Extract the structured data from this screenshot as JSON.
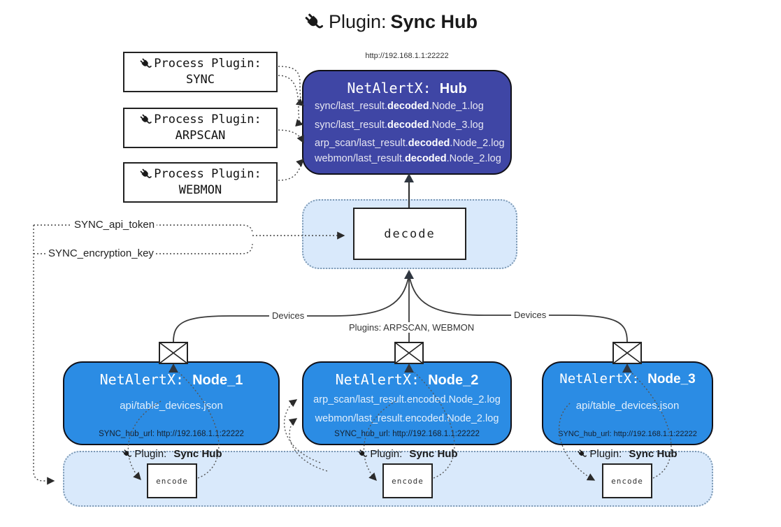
{
  "title": {
    "prefix": "Plugin:",
    "name": "Sync Hub"
  },
  "process_plugins": [
    {
      "label": "Process Plugin:",
      "name": "SYNC"
    },
    {
      "label": "Process Plugin:",
      "name": "ARPSCAN"
    },
    {
      "label": "Process Plugin:",
      "name": "WEBMON"
    }
  ],
  "hub": {
    "url": "http://192.168.1.1:22222",
    "app": "NetAlertX:",
    "name": "Hub",
    "files": [
      {
        "pre": "sync/last_result.",
        "bold": "decoded",
        "post": ".Node_1.log"
      },
      {
        "pre": "sync/last_result.",
        "bold": "decoded",
        "post": ".Node_3.log"
      },
      {
        "pre": "arp_scan/last_result.",
        "bold": "decoded",
        "post": ".Node_2.log"
      },
      {
        "pre": "webmon/last_result.",
        "bold": "decoded",
        "post": ".Node_2.log"
      }
    ]
  },
  "decode_label": "decode",
  "settings": {
    "api_token": "SYNC_api_token",
    "encryption_key": "SYNC_encryption_key"
  },
  "edge_labels": {
    "devices_left": "Devices",
    "plugins_mid": "Plugins: ARPSCAN, WEBMON",
    "devices_right": "Devices"
  },
  "nodes": [
    {
      "app": "NetAlertX:",
      "name": "Node_1",
      "files": [
        "api/table_devices.json"
      ],
      "hub_url": "SYNC_hub_url: http://192.168.1.1:22222"
    },
    {
      "app": "NetAlertX:",
      "name": "Node_2",
      "files": [
        "arp_scan/last_result.encoded.Node_2.log",
        "webmon/last_result.encoded.Node_2.log"
      ],
      "hub_url": "SYNC_hub_url: http://192.168.1.1:22222"
    },
    {
      "app": "NetAlertX:",
      "name": "Node_3",
      "files": [
        "api/table_devices.json"
      ],
      "hub_url": "SYNC_hub_url: http://192.168.1.1:22222"
    }
  ],
  "encoders": [
    {
      "label": "Plugin:",
      "name": "Sync Hub",
      "box_label": "encode"
    },
    {
      "label": "Plugin:",
      "name": "Sync Hub",
      "box_label": "encode"
    },
    {
      "label": "Plugin:",
      "name": "Sync Hub",
      "box_label": "encode"
    }
  ],
  "icons": {
    "plug": "🔌",
    "envelope": "✉"
  },
  "colors": {
    "hub-bg": "#3f46a5",
    "node-bg": "#2b8ce4",
    "panel-bg": "#d9e9fb",
    "panel-border": "#7d99b4",
    "ink": "#2b2b2b"
  }
}
